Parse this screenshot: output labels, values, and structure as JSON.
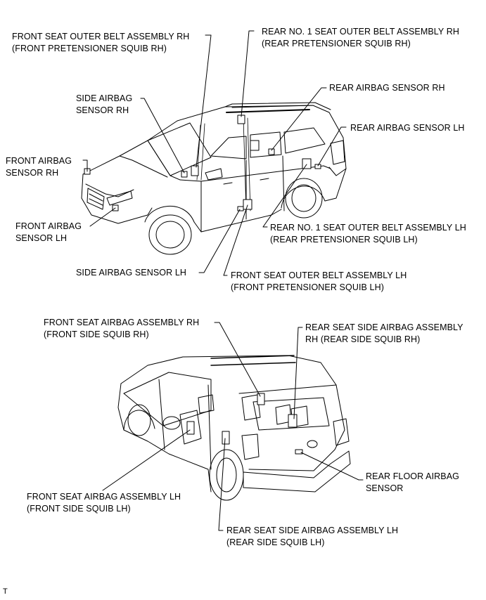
{
  "figure_code": "T",
  "top_view": {
    "labels": {
      "front_belt_rh": [
        "FRONT SEAT OUTER BELT ASSEMBLY RH",
        "(FRONT PRETENSIONER SQUIB RH)"
      ],
      "rear_belt_rh": [
        "REAR NO. 1 SEAT OUTER BELT ASSEMBLY RH",
        "(REAR PRETENSIONER SQUIB RH)"
      ],
      "side_sensor_rh": [
        "SIDE AIRBAG",
        "SENSOR RH"
      ],
      "rear_sensor_rh": [
        "REAR AIRBAG SENSOR RH"
      ],
      "rear_sensor_lh": [
        "REAR AIRBAG SENSOR LH"
      ],
      "front_sensor_rh": [
        "FRONT AIRBAG",
        "SENSOR RH"
      ],
      "front_sensor_lh": [
        "FRONT AIRBAG",
        "SENSOR LH"
      ],
      "rear_belt_lh": [
        "REAR NO. 1 SEAT OUTER BELT ASSEMBLY LH",
        "(REAR PRETENSIONER SQUIB LH)"
      ],
      "side_sensor_lh": [
        "SIDE AIRBAG SENSOR LH"
      ],
      "front_belt_lh": [
        "FRONT SEAT OUTER BELT ASSEMBLY LH",
        "(FRONT PRETENSIONER SQUIB LH)"
      ]
    }
  },
  "bottom_view": {
    "labels": {
      "front_seat_airbag_rh": [
        "FRONT SEAT AIRBAG ASSEMBLY RH",
        "(FRONT SIDE SQUIB RH)"
      ],
      "rear_seat_airbag_rh": [
        "REAR SEAT SIDE AIRBAG ASSEMBLY",
        "RH (REAR SIDE SQUIB RH)"
      ],
      "rear_floor_sensor": [
        "REAR FLOOR AIRBAG",
        "SENSOR"
      ],
      "front_seat_airbag_lh": [
        "FRONT SEAT AIRBAG ASSEMBLY LH",
        "(FRONT SIDE SQUIB LH)"
      ],
      "rear_seat_airbag_lh": [
        "REAR SEAT SIDE AIRBAG ASSEMBLY LH",
        "(REAR SIDE SQUIB LH)"
      ]
    }
  }
}
